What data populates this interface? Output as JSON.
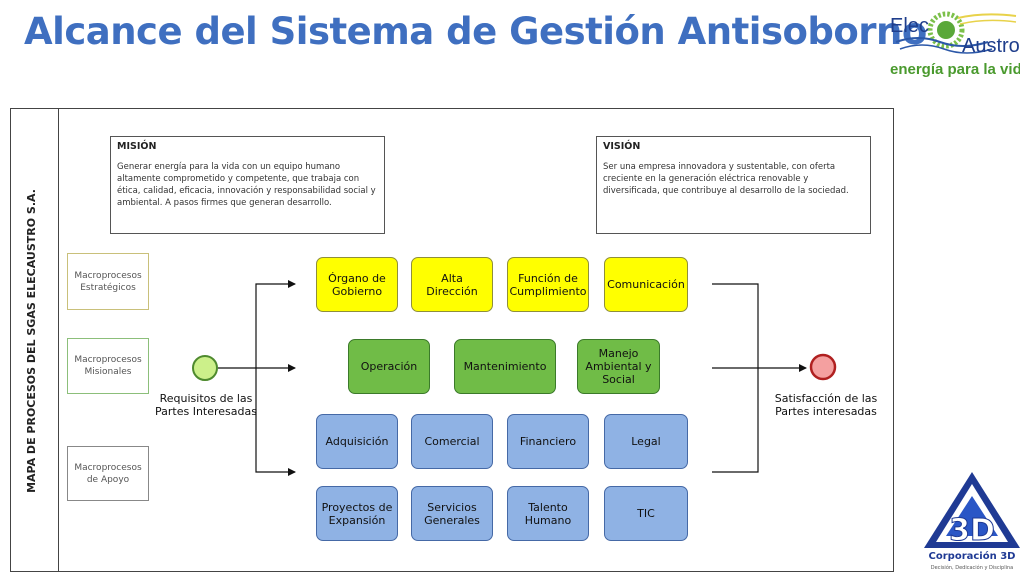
{
  "slide": {
    "title": "Alcance del Sistema de Gestión Antisoborno"
  },
  "brand": {
    "logo_prefix": "Elec",
    "logo_suffix": "Austro",
    "tagline": "energía para la vida"
  },
  "diagram": {
    "side_label": "MAPA DE PROCESOS DEL SGAS ELECAUSTRO S.A.",
    "mission": {
      "title": "MISIÓN",
      "text": "Generar energía para la vida con un equipo humano altamente comprometido y competente, que trabaja con ética, calidad, eficacia, innovación y responsabilidad social y ambiental. A pasos firmes que generan desarrollo."
    },
    "vision": {
      "title": "VISIÓN",
      "text": "Ser una empresa innovadora y sustentable, con oferta creciente en la generación eléctrica renovable y diversificada, que contribuye al desarrollo de la sociedad."
    },
    "macroprocesses": {
      "strategic": "Macroprocesos Estratégicos",
      "missional": "Macroprocesos Misionales",
      "support": "Macroprocesos de Apoyo"
    },
    "start_label": "Requisitos de las Partes Interesadas",
    "end_label": "Satisfacción de las Partes interesadas",
    "strategic": [
      "Órgano de Gobierno",
      "Alta Dirección",
      "Función de Cumplimiento",
      "Comunicación"
    ],
    "missional": [
      "Operación",
      "Mantenimiento",
      "Manejo Ambiental y Social"
    ],
    "support_row1": [
      "Adquisición",
      "Comercial",
      "Financiero",
      "Legal"
    ],
    "support_row2": [
      "Proyectos de Expansión",
      "Servicios Generales",
      "Talento Humano",
      "TIC"
    ]
  },
  "corporate": {
    "mark": "3D",
    "name": "Corporación 3D",
    "tagline": "Decisión, Dedicación y Disciplina"
  },
  "colors": {
    "title": "#3f6fc0",
    "strategic": "#ffff00",
    "missional": "#70bc47",
    "support": "#8fb2e4",
    "start": "#ccf08a",
    "end": "#f4a0a0"
  }
}
